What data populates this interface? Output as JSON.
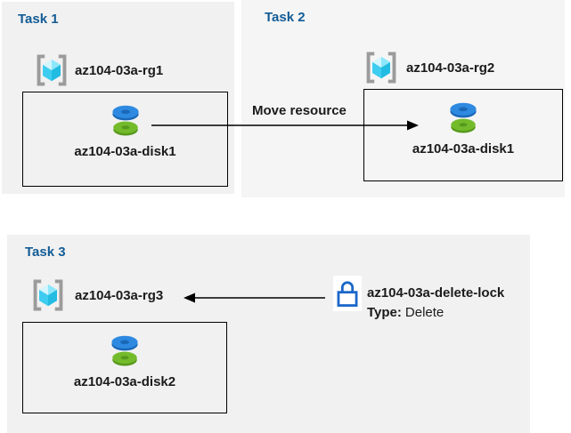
{
  "diagram": {
    "tasks": [
      {
        "title": "Task 1",
        "resource_group": "az104-03a-rg1",
        "resource": "az104-03a-disk1"
      },
      {
        "title": "Task 2",
        "resource_group": "az104-03a-rg2",
        "resource": "az104-03a-disk1"
      },
      {
        "title": "Task 3",
        "resource_group": "az104-03a-rg3",
        "resource": "az104-03a-disk2"
      }
    ],
    "move_arrow": {
      "label": "Move resource",
      "direction": "left-to-right"
    },
    "lock": {
      "name": "az104-03a-delete-lock",
      "type_label": "Type:",
      "type_value": "Delete",
      "arrow_direction": "points-left-to-rg3"
    },
    "colors": {
      "task_title_blue": "#135c96",
      "panel_gray": "#f1f1f1",
      "panel2_gray": "#f5f5f5",
      "text_black": "#1b1b1b",
      "arrow_black": "#000000",
      "lock_blue": "#1b66c9",
      "disk_blue_top": "#2e8ae0",
      "disk_blue_side": "#1968b8",
      "disk_green_top": "#74bb2c",
      "disk_green_side": "#57991d",
      "rg_bracket_gray": "#9b9b9b",
      "rg_cube_light": "#d3f5fd",
      "rg_cube_mid": "#8ce7fb",
      "rg_cube_left": "#3ecdf0",
      "rg_cube_right": "#22bce2"
    }
  }
}
